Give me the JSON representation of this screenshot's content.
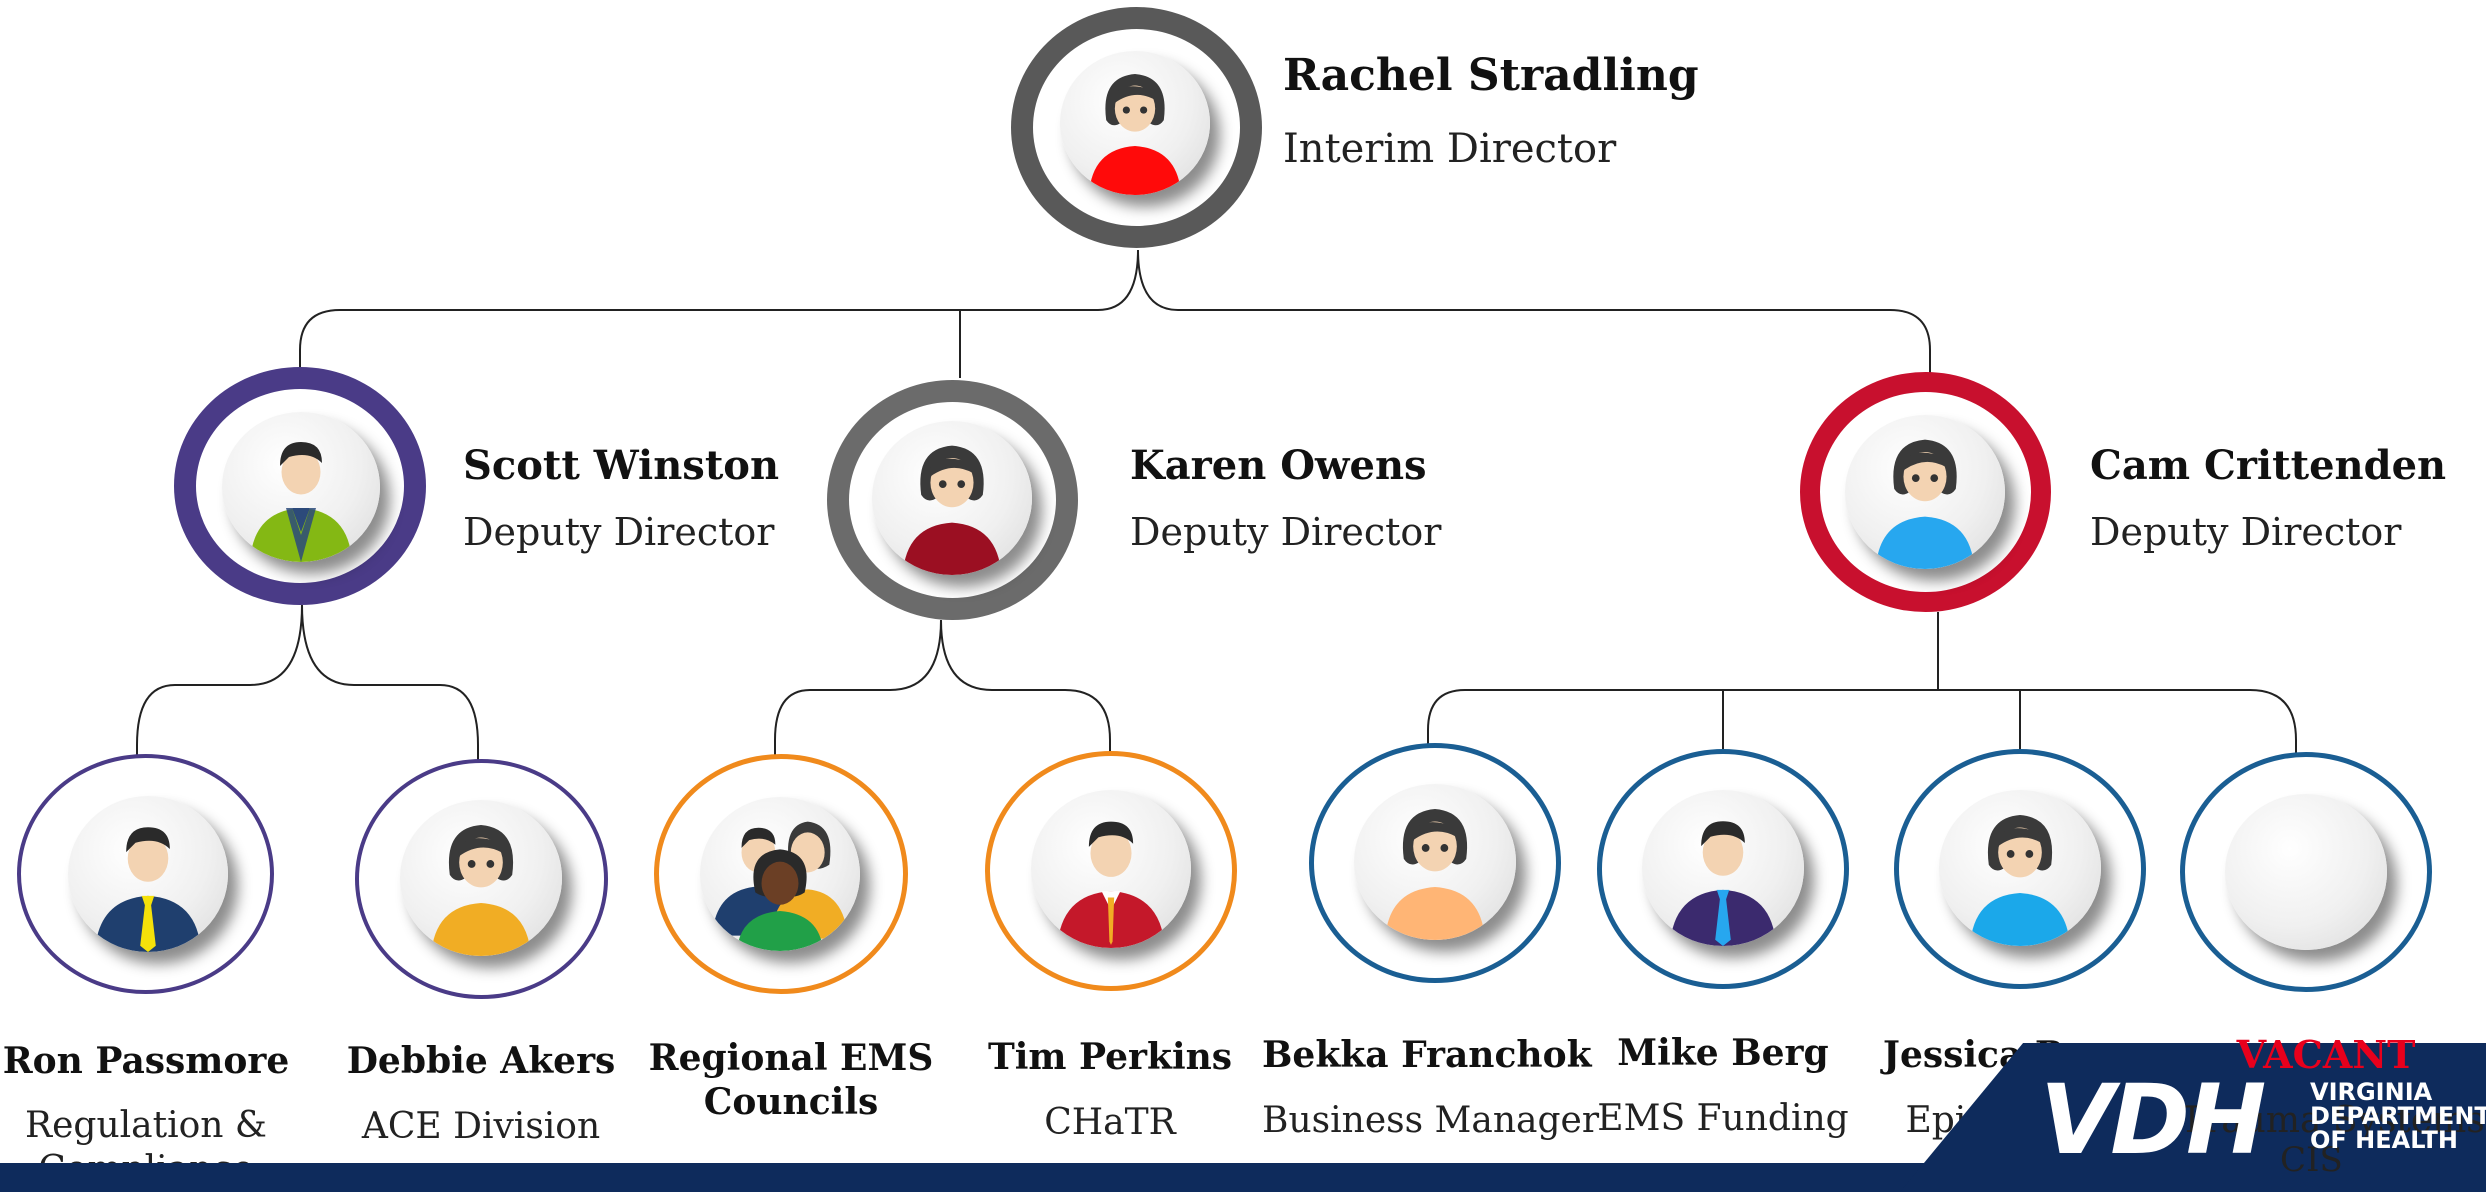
{
  "colors": {
    "director_ring": "#595959",
    "scott_ring": "#4a3b87",
    "karen_ring": "#6b6b6b",
    "cam_ring": "#c8102e",
    "scott_team_ring": "#4a3b87",
    "karen_team_ring": "#f08a1c",
    "cam_team_ring": "#1a5e93",
    "vacant_text": "#e8001c",
    "footer": "#0e2b5c"
  },
  "director": {
    "name": "Rachel Stradling",
    "title": "Interim Director",
    "icon": "woman-red-shirt-icon"
  },
  "deputies": [
    {
      "id": "scott",
      "name": "Scott Winston",
      "title": "Deputy Director",
      "icon": "man-green-suit-icon"
    },
    {
      "id": "karen",
      "name": "Karen Owens",
      "title": "Deputy Director",
      "icon": "woman-maroon-shirt-icon"
    },
    {
      "id": "cam",
      "name": "Cam Crittenden",
      "title": "Deputy Director",
      "icon": "woman-blue-shirt-icon"
    }
  ],
  "staff": [
    {
      "id": "ron",
      "name": "Ron Passmore",
      "title": "Regulation & Compliance",
      "icon": "man-navy-suit-icon"
    },
    {
      "id": "debbie",
      "name": "Debbie Akers",
      "title": "ACE Division",
      "icon": "woman-yellow-shirt-icon"
    },
    {
      "id": "regional",
      "name": "Regional EMS Councils",
      "title": "",
      "icon": "group-people-icon"
    },
    {
      "id": "tim",
      "name": "Tim Perkins",
      "title": "CHaTR",
      "icon": "man-red-suit-icon"
    },
    {
      "id": "bekka",
      "name": "Bekka Franchok",
      "title": "Business Manager",
      "icon": "woman-peach-shirt-icon"
    },
    {
      "id": "mike",
      "name": "Mike Berg",
      "title": "EMS Funding",
      "icon": "man-purple-suit-icon"
    },
    {
      "id": "jessica",
      "name": "Jessica Rosner",
      "title": "Epidemiology",
      "icon": "woman-cyan-shirt-icon"
    },
    {
      "id": "vacant",
      "name": "VACANT",
      "title": "Trauma Systems",
      "title_line2": "CIS",
      "icon": "empty-avatar-icon"
    }
  ],
  "logo": {
    "mark": "VDH",
    "line1": "VIRGINIA",
    "line2": "DEPARTMENT",
    "line3": "OF HEALTH"
  }
}
